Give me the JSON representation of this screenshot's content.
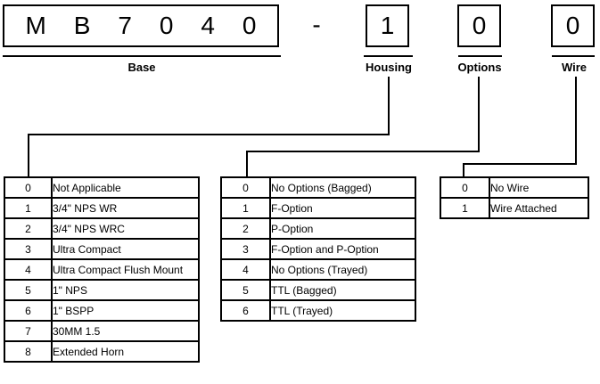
{
  "part_number": {
    "base": {
      "chars": [
        "M",
        "B",
        "7",
        "0",
        "4",
        "0"
      ],
      "label": "Base"
    },
    "separator": "-",
    "segments": [
      {
        "value": "1",
        "label": "Housing"
      },
      {
        "value": "0",
        "label": "Options"
      },
      {
        "value": "0",
        "label": "Wire"
      }
    ]
  },
  "tables": [
    {
      "id": "housing",
      "rows": [
        {
          "code": "0",
          "desc": "Not Applicable"
        },
        {
          "code": "1",
          "desc": "3/4\" NPS WR"
        },
        {
          "code": "2",
          "desc": "3/4\" NPS WRC"
        },
        {
          "code": "3",
          "desc": "Ultra Compact"
        },
        {
          "code": "4",
          "desc": "Ultra Compact Flush Mount"
        },
        {
          "code": "5",
          "desc": "1\" NPS"
        },
        {
          "code": "6",
          "desc": "1\" BSPP"
        },
        {
          "code": "7",
          "desc": "30MM 1.5"
        },
        {
          "code": "8",
          "desc": "Extended Horn"
        }
      ]
    },
    {
      "id": "options",
      "rows": [
        {
          "code": "0",
          "desc": "No Options (Bagged)"
        },
        {
          "code": "1",
          "desc": "F-Option"
        },
        {
          "code": "2",
          "desc": "P-Option"
        },
        {
          "code": "3",
          "desc": "F-Option and P-Option"
        },
        {
          "code": "4",
          "desc": "No Options (Trayed)"
        },
        {
          "code": "5",
          "desc": "TTL (Bagged)"
        },
        {
          "code": "6",
          "desc": "TTL (Trayed)"
        }
      ]
    },
    {
      "id": "wire",
      "rows": [
        {
          "code": "0",
          "desc": "No Wire"
        },
        {
          "code": "1",
          "desc": "Wire Attached"
        }
      ]
    }
  ],
  "colors": {
    "line": "#000000",
    "background": "#ffffff"
  }
}
